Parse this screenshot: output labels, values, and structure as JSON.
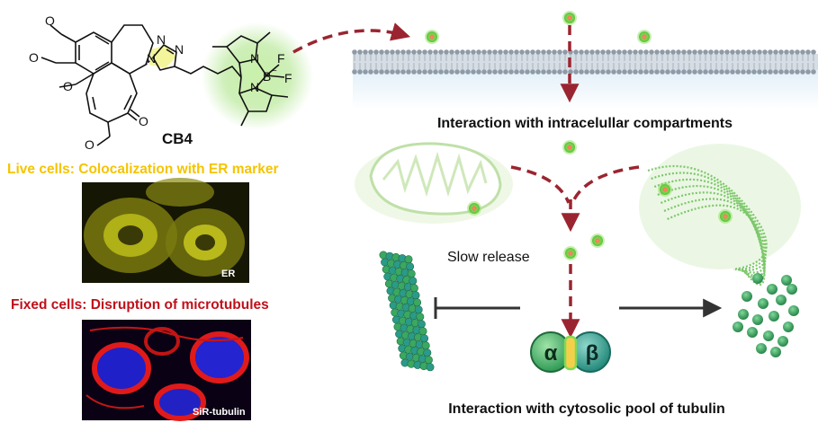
{
  "compound": {
    "name": "CB4",
    "atoms": {
      "nitrogen": "N",
      "boron": "B",
      "fluorine": "F",
      "oxygen": "O",
      "boron_charge": "−"
    }
  },
  "left_panel": {
    "live_cells_title": "Live cells: Colocalization with ER marker",
    "live_image_label": "ER",
    "fixed_cells_title": "Fixed cells: Disruption of microtubules",
    "fixed_image_label": "SiR-tubulin"
  },
  "right_panel": {
    "compartments_title": "Interaction with intracelullar compartments",
    "slow_release_label": "Slow release",
    "tubulin_alpha": "α",
    "tubulin_beta": "β",
    "cytosolic_title": "Interaction with cytosolic pool of tubulin"
  },
  "colors": {
    "yellow_title": "#f5c400",
    "red_title": "#c0101a",
    "arrow_dark_red": "#9a2530",
    "probe_green": "#7ed957",
    "probe_core": "#f08060",
    "tubulin_green": "#3aa860",
    "tubulin_teal": "#2a9a8a"
  }
}
